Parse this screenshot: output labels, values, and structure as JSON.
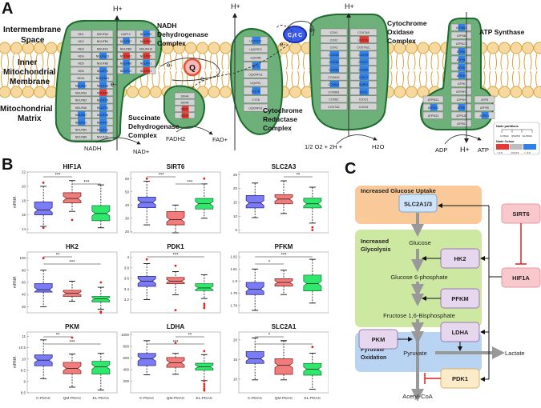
{
  "panel_letters": {
    "a": "A",
    "b": "B",
    "c": "C"
  },
  "colors": {
    "membrane": "#D9A441",
    "membrane_fill": "#F6D9A0",
    "complex_fill": "#6DB07A",
    "complex_stroke": "#1E6B2E",
    "gene_box": "#D3D3D3",
    "up": "#E53935",
    "neutral": "#BDBDBD",
    "down": "#2F80ED",
    "c_pdac": "#7B7BF5",
    "qm_pdac": "#F07C7C",
    "el_pdac": "#2EE86B",
    "outlier": "#E02020",
    "uptake_bg": "#F9C99A",
    "glycolysis_bg": "#CDE8A0",
    "oxidation_bg": "#B9D3F3",
    "slc_box": "#CDE4FA",
    "enzyme_box": "#E6D7EE",
    "regulator_box": "#F8C8CC",
    "pdk_box": "#FBEBC8",
    "inhibit": "#E02020"
  },
  "panelA": {
    "region_labels": [
      "Intermembrane Space",
      "Inner Mitochondrial Membrane",
      "Mitochondrial Matrix"
    ],
    "h_plus": "H+",
    "electron": "e-",
    "q_label": "Q",
    "cytc_label": "Cyt C",
    "complexes": [
      {
        "name": "NADH Dehydrogenase Complex",
        "columns": [
          [
            [
              "ND1",
              "n"
            ],
            [
              "ND2",
              "n"
            ],
            [
              "ND3",
              "n"
            ],
            [
              "ND4",
              "n"
            ],
            [
              "ND5",
              "n"
            ],
            [
              "ND6",
              "n"
            ],
            [
              "ND4L",
              "n"
            ],
            [
              "NDUFA2",
              "d"
            ],
            [
              "NDUFA3",
              "n"
            ],
            [
              "NDUFB3",
              "n"
            ],
            [
              "NDUFA6",
              "n"
            ],
            [
              "NDUFA7",
              "d"
            ],
            [
              "NDUFC2",
              "d"
            ],
            [
              "NDUFB4",
              "n"
            ],
            [
              "NDUFB6",
              "n"
            ]
          ],
          [
            [
              "NDUFA4",
              "n"
            ],
            [
              "NDUFB1",
              "n"
            ],
            [
              "NDUFA1",
              "n"
            ],
            [
              "NDUFS13",
              "d"
            ],
            [
              "NDUFB5",
              "n"
            ],
            [
              "NDUFV3",
              "d"
            ],
            [
              "NDUFAB1",
              "d"
            ],
            [
              "NDUFS8",
              "d"
            ],
            [
              "NDUFA9",
              "u"
            ],
            [
              "NDUFS5",
              "d"
            ],
            [
              "NDUFS4",
              "d"
            ],
            [
              "NDUFA8",
              "d"
            ],
            [
              "NDUFS7",
              "d"
            ],
            [
              "NDUFS3",
              "d"
            ],
            [
              "NDUFV2",
              "n"
            ]
          ],
          [
            [
              "DAP13",
              "n"
            ],
            [
              "NDUFB7",
              "d"
            ],
            [
              "NDUFB9",
              "n"
            ],
            [
              "NDUFB2",
              "u"
            ],
            [
              "NDUFB8",
              "d"
            ],
            [
              "NDUFC1",
              "d"
            ]
          ],
          [
            [
              "NDUFS3",
              "d"
            ],
            [
              "NDUFA5",
              "u"
            ],
            [
              "NDUFA10",
              "n"
            ],
            [
              "NDUFS2",
              "u"
            ],
            [
              "NDUFV1",
              "d"
            ],
            [
              "NDUFS1",
              "u"
            ]
          ]
        ]
      },
      {
        "name": "Succinate Dehydrogenase Complex",
        "genes": [
          [
            "SDHA",
            "n"
          ],
          [
            "SDHB",
            "n"
          ],
          [
            "SDHC",
            "u"
          ],
          [
            "SDHD",
            "u"
          ]
        ]
      },
      {
        "name": "Cytochrome Reductase Complex",
        "genes": [
          [
            "UQCRC1",
            "d"
          ],
          [
            "UQCRC2",
            "n"
          ],
          [
            "UQCRB",
            "n"
          ],
          [
            "QP-C",
            "d"
          ],
          [
            "UQCRFS1",
            "n"
          ],
          [
            "UQCRC",
            "n"
          ],
          [
            "UQCR",
            "d"
          ],
          [
            "CYT8",
            "n"
          ],
          [
            "UQCRFS1",
            "n"
          ]
        ]
      },
      {
        "name": "Cytochrome Oxidase Complex",
        "columns": [
          [
            [
              "COX1",
              "n"
            ],
            [
              "COX2",
              "n"
            ],
            [
              "COX3",
              "n"
            ],
            [
              "COX4I1",
              "d"
            ],
            [
              "COX5A",
              "d"
            ],
            [
              "COX5B",
              "d"
            ],
            [
              "COX6A2",
              "n"
            ],
            [
              "COX6A1",
              "d"
            ],
            [
              "COX6B1",
              "n"
            ],
            [
              "COX6C",
              "n"
            ],
            [
              "COX7A2",
              "n"
            ]
          ],
          [
            [
              "COX7A5",
              "n"
            ],
            [
              "COX7A1",
              "u"
            ],
            [
              "COX7A2L",
              "n"
            ],
            [
              "COX7B",
              "d"
            ],
            [
              "COX7C",
              "d"
            ],
            [
              "COX8A",
              "d"
            ],
            [
              "COX17",
              "d"
            ],
            [
              "SURF1",
              "d"
            ],
            [
              "SCO1",
              "d"
            ],
            [
              "COX11",
              "n"
            ],
            [
              "COX15",
              "n"
            ]
          ]
        ]
      },
      {
        "name": "ATP Synthase",
        "center": [
          [
            "ATP5A1",
            "d"
          ],
          [
            "ATP5B",
            "n"
          ],
          [
            "ATP5C1",
            "n"
          ],
          [
            "ATP5D",
            "d"
          ],
          [
            "ATP5E",
            "d"
          ],
          [
            "ATP5J",
            "d"
          ],
          [
            "ATP5O",
            "d"
          ],
          [
            "ATP6",
            "n"
          ],
          [
            "ATP5F1",
            "n"
          ],
          [
            "ATP5H",
            "n"
          ],
          [
            "ATP5I",
            "d"
          ],
          [
            "ATP5J2",
            "n"
          ],
          [
            "ATP5L",
            "n"
          ]
        ],
        "left": [
          [
            "ATP5G1",
            "n"
          ],
          [
            "ATP5G2",
            "d"
          ],
          [
            "ATP5G3",
            "n"
          ]
        ],
        "right": [
          [
            "ATP8",
            "n"
          ],
          [
            "ATP5S",
            "n"
          ],
          [
            "ATPIF1",
            "d"
          ]
        ]
      }
    ],
    "reactions": {
      "nadh": "NADH",
      "nad": "NAD+",
      "fadh2": "FADH2",
      "fad": "FAD+",
      "o2": "1/2 O2 + 2H +",
      "h2o": "H2O",
      "adp": "ADP",
      "atp": "ATP",
      "hplus_bottom": "H+"
    },
    "legend": {
      "title_partitions": "Node partitions",
      "partitions": [
        "C-PDAC",
        "QM-PDA",
        "EL-PDAC"
      ],
      "title_colour": "Node Colour",
      "colour_labels": [
        "> 0.5",
        "-0.5-0.5",
        "< -0.5"
      ]
    }
  },
  "chart_data": [
    {
      "type": "box",
      "title": "HIF1A",
      "ylabel": "mRNA",
      "ylim": [
        13.5,
        22
      ],
      "yticks": [
        14,
        16,
        18,
        20,
        22
      ],
      "categories": [
        "C-PDAC",
        "QM-PDAC",
        "EL-PDAC"
      ],
      "boxes": [
        {
          "min": 14.4,
          "q1": 16.0,
          "median": 16.7,
          "q3": 17.8,
          "max": 20.0,
          "outliers": [
            20.5,
            14.2
          ]
        },
        {
          "min": 16.5,
          "q1": 17.7,
          "median": 18.3,
          "q3": 19.1,
          "max": 20.8,
          "outliers": [
            15.3
          ]
        },
        {
          "min": 14.2,
          "q1": 15.2,
          "median": 16.2,
          "q3": 17.3,
          "max": 20.2,
          "outliers": []
        }
      ],
      "significance": [
        {
          "from": 0,
          "to": 1,
          "label": "***"
        },
        {
          "from": 1,
          "to": 2,
          "label": "***"
        }
      ]
    },
    {
      "type": "box",
      "title": "SIRT6",
      "ylabel": "",
      "ylim": [
        19,
        65
      ],
      "yticks": [
        20,
        30,
        40,
        50,
        60
      ],
      "categories": [
        "C-PDAC",
        "QM-PDAC",
        "EL-PDAC"
      ],
      "boxes": [
        {
          "min": 25,
          "q1": 38,
          "median": 42,
          "q3": 46,
          "max": 58,
          "outliers": [
            60
          ]
        },
        {
          "min": 19,
          "q1": 25,
          "median": 29,
          "q3": 35,
          "max": 40,
          "outliers": []
        },
        {
          "min": 30,
          "q1": 37,
          "median": 41,
          "q3": 45,
          "max": 56,
          "outliers": [
            60
          ]
        }
      ],
      "significance": [
        {
          "from": 0,
          "to": 1,
          "label": "***"
        },
        {
          "from": 1,
          "to": 2,
          "label": "***"
        }
      ]
    },
    {
      "type": "box",
      "title": "SLC2A3",
      "ylabel": "",
      "ylim": [
        4,
        26
      ],
      "yticks": [
        5,
        10,
        15,
        20,
        25
      ],
      "categories": [
        "C-PDAC",
        "QM-PDAC",
        "EL-PDAC"
      ],
      "boxes": [
        {
          "min": 9.5,
          "q1": 13,
          "median": 14.8,
          "q3": 17.5,
          "max": 22,
          "outliers": []
        },
        {
          "min": 11,
          "q1": 14.5,
          "median": 16.2,
          "q3": 17.8,
          "max": 22.8,
          "outliers": []
        },
        {
          "min": 7.5,
          "q1": 13,
          "median": 14.5,
          "q3": 16.5,
          "max": 20.5,
          "outliers": [
            6,
            5
          ]
        }
      ],
      "significance": [
        {
          "from": 1,
          "to": 2,
          "label": "**"
        }
      ]
    },
    {
      "type": "box",
      "title": "HK2",
      "ylabel": "mRNA",
      "ylim": [
        10,
        110
      ],
      "yticks": [
        20,
        40,
        60,
        80,
        100
      ],
      "categories": [
        "C-PDAC",
        "QM-PDAC",
        "EL-PDAC"
      ],
      "boxes": [
        {
          "min": 20,
          "q1": 44,
          "median": 48,
          "q3": 58,
          "max": 80,
          "outliers": [
            100
          ]
        },
        {
          "min": 29,
          "q1": 37,
          "median": 42,
          "q3": 47,
          "max": 62,
          "outliers": []
        },
        {
          "min": 16,
          "q1": 28,
          "median": 33,
          "q3": 37,
          "max": 52,
          "outliers": [
            60,
            12,
            10
          ]
        }
      ],
      "significance": [
        {
          "from": 0,
          "to": 1,
          "label": "**"
        },
        {
          "from": 0,
          "to": 2,
          "label": "***"
        }
      ]
    },
    {
      "type": "box",
      "title": "PDK1",
      "ylabel": "",
      "ylim": [
        2.95,
        4.1
      ],
      "yticks": [
        3.2,
        3.4,
        3.6,
        3.8,
        4
      ],
      "categories": [
        "C-PDAC",
        "QM-PDAC",
        "EL-PDAC"
      ],
      "boxes": [
        {
          "min": 3.2,
          "q1": 3.45,
          "median": 3.55,
          "q3": 3.64,
          "max": 3.88,
          "outliers": [
            3.96
          ]
        },
        {
          "min": 3.29,
          "q1": 3.5,
          "median": 3.55,
          "q3": 3.62,
          "max": 3.73,
          "outliers": [
            3.84,
            3.0
          ]
        },
        {
          "min": 3.22,
          "q1": 3.37,
          "median": 3.42,
          "q3": 3.5,
          "max": 3.67,
          "outliers": [
            3.12,
            3.08,
            3.04
          ]
        }
      ],
      "significance": [
        {
          "from": 0,
          "to": 2,
          "label": "***"
        }
      ]
    },
    {
      "type": "box",
      "title": "PFKM",
      "ylabel": "",
      "ylim": [
        1.774,
        1.824
      ],
      "yticks": [
        1.78,
        1.79,
        1.8,
        1.81,
        1.82
      ],
      "categories": [
        "C-PDAC",
        "QM-PDAC",
        "EL-PDAC"
      ],
      "boxes": [
        {
          "min": 1.776,
          "q1": 1.789,
          "median": 1.7935,
          "q3": 1.799,
          "max": 1.81,
          "outliers": []
        },
        {
          "min": 1.789,
          "q1": 1.796,
          "median": 1.799,
          "q3": 1.802,
          "max": 1.809,
          "outliers": []
        },
        {
          "min": 1.782,
          "q1": 1.792,
          "median": 1.798,
          "q3": 1.805,
          "max": 1.818,
          "outliers": []
        }
      ],
      "significance": [
        {
          "from": 0,
          "to": 2,
          "label": "***"
        },
        {
          "from": 0,
          "to": 1,
          "label": "*"
        }
      ]
    },
    {
      "type": "box",
      "title": "PKM",
      "ylabel": "mRNA",
      "ylim": [
        8.5,
        11.2
      ],
      "yticks": [
        8.5,
        9,
        9.5,
        10,
        10.5,
        11
      ],
      "categories": [
        "C-PDAC",
        "QM-PDAC",
        "EL-PDAC"
      ],
      "boxes": [
        {
          "min": 9.13,
          "q1": 9.7,
          "median": 9.95,
          "q3": 10.18,
          "max": 10.85,
          "outliers": []
        },
        {
          "min": 8.75,
          "q1": 9.35,
          "median": 9.58,
          "q3": 9.85,
          "max": 10.22,
          "outliers": [
            10.95
          ]
        },
        {
          "min": 8.62,
          "q1": 9.33,
          "median": 9.65,
          "q3": 9.9,
          "max": 10.25,
          "outliers": []
        }
      ],
      "significance": [
        {
          "from": 0,
          "to": 1,
          "label": "**"
        },
        {
          "from": 0,
          "to": 2,
          "label": "***"
        }
      ]
    },
    {
      "type": "box",
      "title": "LDHA",
      "ylabel": "",
      "ylim": [
        0,
        1050
      ],
      "yticks": [
        200,
        400,
        600,
        800,
        1000
      ],
      "categories": [
        "C-PDAC",
        "QM-PDAC",
        "EL-PDAC"
      ],
      "boxes": [
        {
          "min": 310,
          "q1": 470,
          "median": 590,
          "q3": 680,
          "max": 900,
          "outliers": []
        },
        {
          "min": 320,
          "q1": 440,
          "median": 520,
          "q3": 610,
          "max": 680,
          "outliers": [
            860
          ]
        },
        {
          "min": 210,
          "q1": 390,
          "median": 450,
          "q3": 510,
          "max": 660,
          "outliers": [
            720,
            200,
            150,
            110,
            70,
            40
          ]
        }
      ],
      "significance": [
        {
          "from": 1,
          "to": 2,
          "label": "**"
        },
        {
          "from": 0,
          "to": 2,
          "label": "***"
        }
      ]
    },
    {
      "type": "box",
      "title": "SLC2A1",
      "ylabel": "",
      "ylim": [
        6.5,
        22
      ],
      "yticks": [
        10,
        15,
        20
      ],
      "categories": [
        "C-PDAC",
        "QM-PDAC",
        "EL-PDAC"
      ],
      "boxes": [
        {
          "min": 9.8,
          "q1": 14,
          "median": 15.2,
          "q3": 17,
          "max": 20.5,
          "outliers": []
        },
        {
          "min": 9.8,
          "q1": 11.2,
          "median": 13.5,
          "q3": 15.2,
          "max": 19.8,
          "outliers": []
        },
        {
          "min": 7.4,
          "q1": 11,
          "median": 12.5,
          "q3": 14,
          "max": 16.6,
          "outliers": [
            18.2
          ]
        }
      ],
      "significance": [
        {
          "from": 0,
          "to": 1,
          "label": "*"
        },
        {
          "from": 0,
          "to": 2,
          "label": "***"
        }
      ]
    }
  ],
  "panelC": {
    "uptake_title": "Increased Glucose Uptake",
    "glycolysis_title": "Increased Glycolysis",
    "oxidation_title": "Decreased Pyruvate Oxidation",
    "nodes": {
      "slc": "SLC2A1/3",
      "sirt6": "SIRT6",
      "hif1a": "HIF1A",
      "hk2": "HK2",
      "pfkm": "PFKM",
      "ldha": "LDHA",
      "pkm": "PKM",
      "pdk1": "PDK1"
    },
    "metabolites": {
      "glucose": "Glucose",
      "g6p": "Glucose 6-phosphate",
      "f16bp": "Fructose 1,6-Bisphosphate",
      "pyruvate": "Pyruvate",
      "lactate": "Lactate",
      "acetylcoa": "Acetyl-CoA"
    }
  }
}
